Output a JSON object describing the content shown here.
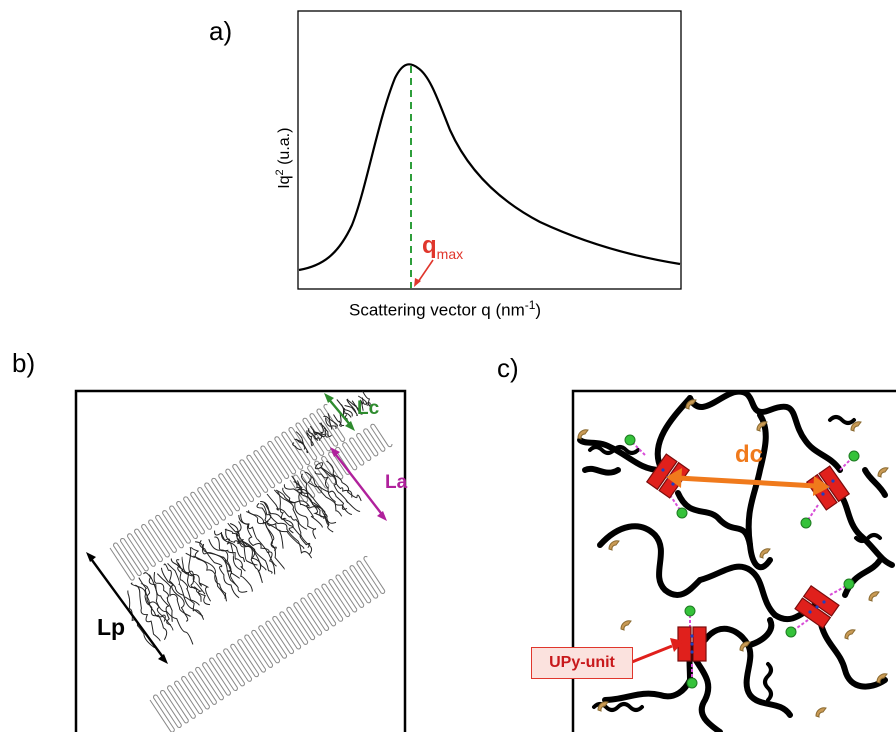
{
  "panels": {
    "a": "a)",
    "b": "b)",
    "c": "c)"
  },
  "panel_a": {
    "ylabel_base": "Iq",
    "ylabel_sup": "2",
    "ylabel_rest": " (u.a.)",
    "xlabel_base": "Scattering vector q (nm",
    "xlabel_sup": "-1",
    "xlabel_rest": ")",
    "peak_label_main": "q",
    "peak_label_sub": "max",
    "colors": {
      "curve": "#000000",
      "peak_line": "#2e9e3b",
      "peak_label": "#e0362c"
    }
  },
  "panel_b": {
    "lc_label": "Lc",
    "la_label": "La",
    "lp_label": "Lp",
    "colors": {
      "lc": "#2e8b2e",
      "la": "#b0219c",
      "lp": "#000000"
    }
  },
  "panel_c": {
    "dc_label": "dc",
    "upy_label": "UPy-unit",
    "colors": {
      "dc": "#f07a1c",
      "upy_fill": "#e0201c",
      "upy_box_text": "#c8191b",
      "link": "#d84dd8",
      "node": "#35c23a",
      "end_cap": "#c99a55"
    }
  }
}
